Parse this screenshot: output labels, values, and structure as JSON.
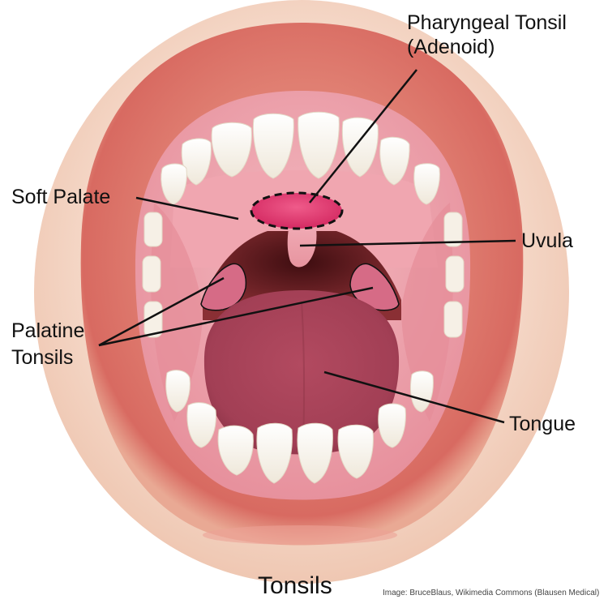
{
  "labels": {
    "pharyngeal_tonsil_line1": "Pharyngeal Tonsil",
    "pharyngeal_tonsil_line2": "(Adenoid)",
    "soft_palate": "Soft Palate",
    "uvula": "Uvula",
    "palatine_tonsils_line1": "Palatine",
    "palatine_tonsils_line2": "Tonsils",
    "tongue": "Tongue"
  },
  "title": "Tonsils",
  "credit": "Image: BruceBlaus, Wikimedia Commons (Blausen Medical)",
  "colors": {
    "lips": "#d9736a",
    "skin": "#f2cdb9",
    "gum": "#f1a2ab",
    "throat": "#5c1c20",
    "tongue": "#b0465a",
    "adenoid": "#e0356d",
    "tooth": "#fbf8f1"
  }
}
